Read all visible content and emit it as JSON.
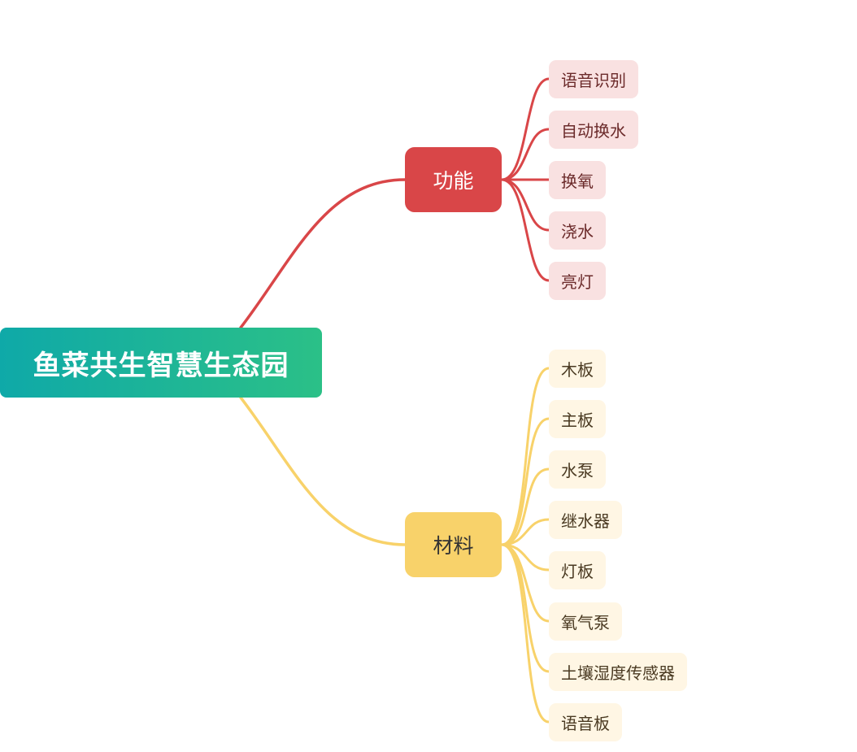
{
  "mindmap": {
    "root": {
      "label": "鱼菜共生智慧生态园"
    },
    "branches": [
      {
        "label": "功能",
        "color": "#d94648",
        "leaf_color": "#f9e1e1",
        "children": [
          "语音识别",
          "自动换水",
          "换氧",
          "浇水",
          "亮灯"
        ]
      },
      {
        "label": "材料",
        "color": "#f8d26a",
        "leaf_color": "#fff6e4",
        "children": [
          "木板",
          "主板",
          "水泵",
          "继水器",
          "灯板",
          "氧气泵",
          "土壤湿度传感器",
          "语音板"
        ]
      }
    ]
  }
}
